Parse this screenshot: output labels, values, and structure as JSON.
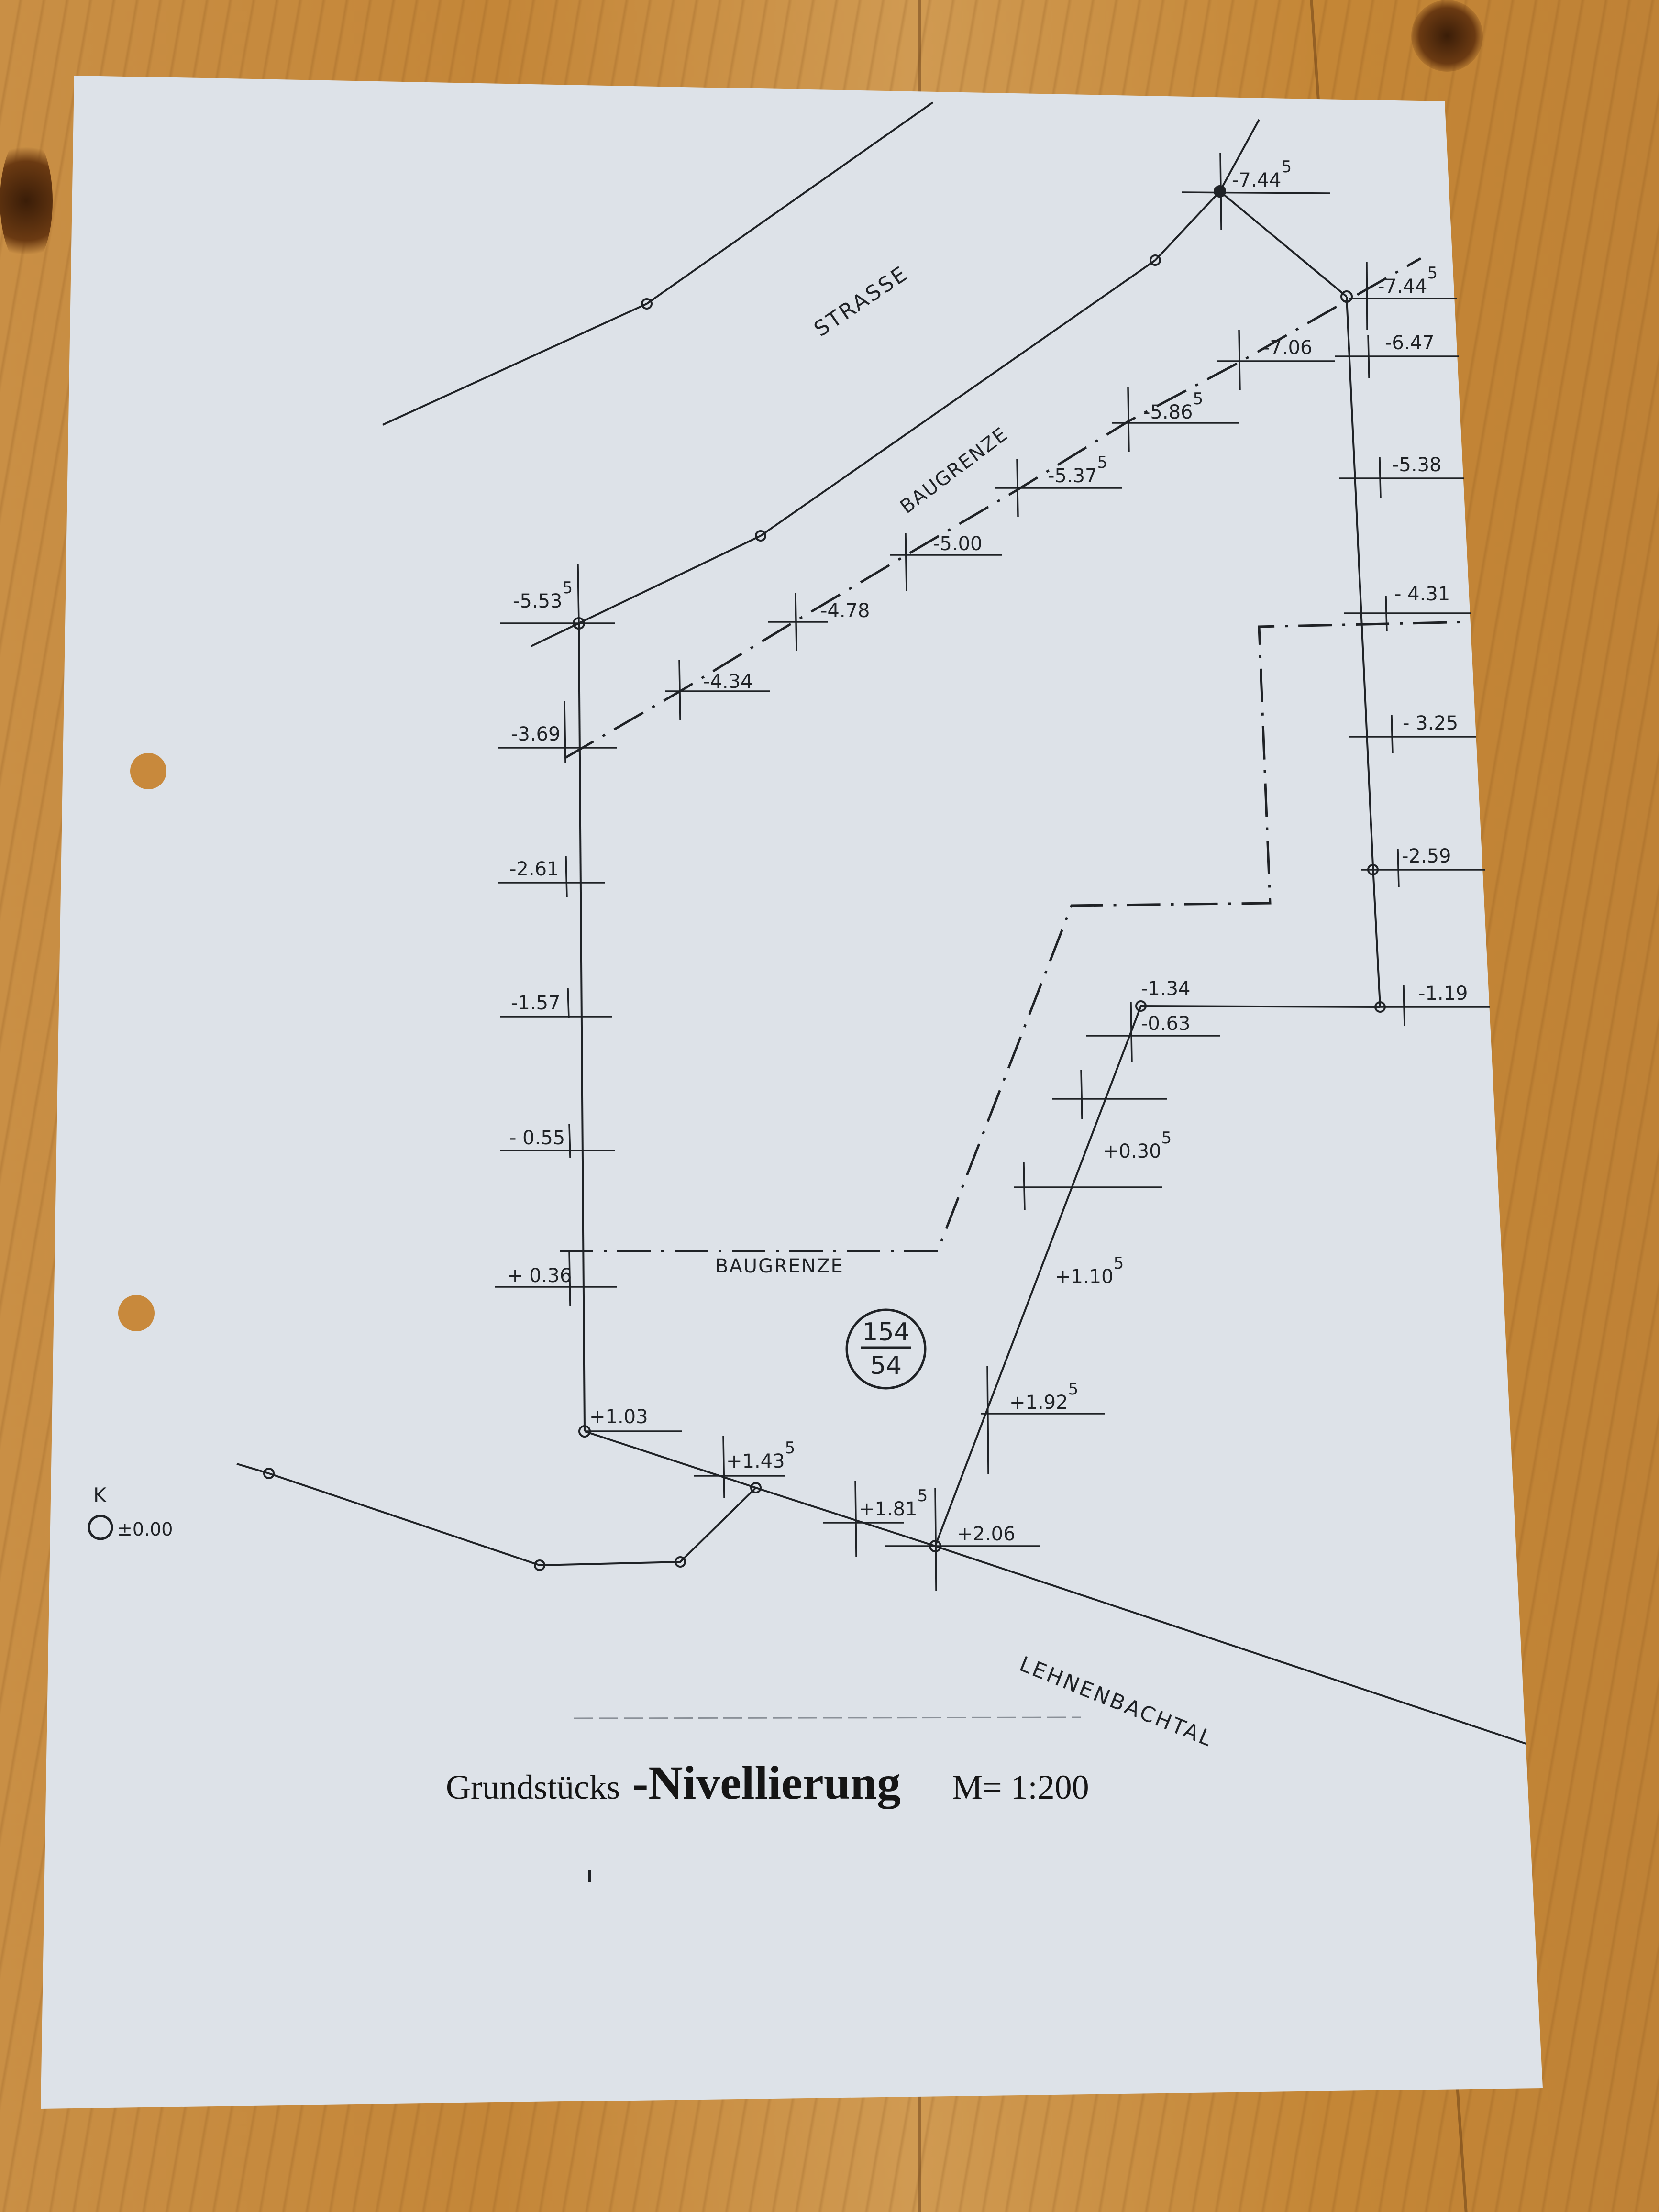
{
  "document": {
    "title_prefix": "Grundstücks",
    "title_main": "-Nivellierung",
    "scale": "M= 1:200",
    "parcel_number_top": "154",
    "parcel_number_bottom": "54",
    "reference_point_letter": "K",
    "reference_point_value": "±0.00"
  },
  "labels": {
    "street": "STRASSE",
    "building_line_top": "BAUGRENZE",
    "building_line_bottom": "BAUGRENZE",
    "valley": "LEHNENBACHTAL"
  },
  "elevations": {
    "top_corner": {
      "main": "-7.44",
      "sup": "5"
    },
    "right_corner": {
      "main": "-7.44",
      "sup": "5"
    },
    "diag_706": {
      "main": "-7.06",
      "sup": ""
    },
    "right_647": {
      "main": "-6.47",
      "sup": ""
    },
    "diag_586": {
      "main": "-5.86",
      "sup": "5"
    },
    "right_538": {
      "main": "-5.38",
      "sup": ""
    },
    "diag_537": {
      "main": "-5.37",
      "sup": "5"
    },
    "diag_500": {
      "main": "-5.00",
      "sup": ""
    },
    "right_431": {
      "main": "- 4.31",
      "sup": ""
    },
    "left_553": {
      "main": "-5.53",
      "sup": "5"
    },
    "diag_478": {
      "main": "-4.78",
      "sup": ""
    },
    "diag_434": {
      "main": "-4.34",
      "sup": ""
    },
    "left_369": {
      "main": "-3.69",
      "sup": ""
    },
    "right_325": {
      "main": "- 3.25",
      "sup": ""
    },
    "left_261": {
      "main": "-2.61",
      "sup": ""
    },
    "right_259": {
      "main": "-2.59",
      "sup": ""
    },
    "left_157": {
      "main": "-1.57",
      "sup": ""
    },
    "mid_134": {
      "main": "-1.34",
      "sup": ""
    },
    "mid_063": {
      "main": "-0.63",
      "sup": ""
    },
    "right_119": {
      "main": "-1.19",
      "sup": ""
    },
    "left_055": {
      "main": "- 0.55",
      "sup": ""
    },
    "mid_030": {
      "main": "+0.30",
      "sup": "5"
    },
    "left_036": {
      "main": "+ 0.36",
      "sup": ""
    },
    "mid_110": {
      "main": "+1.10",
      "sup": "5"
    },
    "mid_192": {
      "main": "+1.92",
      "sup": "5"
    },
    "bottom_103": {
      "main": "+1.03",
      "sup": ""
    },
    "bottom_143": {
      "main": "+1.43",
      "sup": "5"
    },
    "bottom_181": {
      "main": "+1.81",
      "sup": "5"
    },
    "bottom_206": {
      "main": "+2.06",
      "sup": ""
    }
  },
  "colors": {
    "paper": "#dde2e8",
    "ink": "#1f2226",
    "wood": "#c58a3e"
  }
}
